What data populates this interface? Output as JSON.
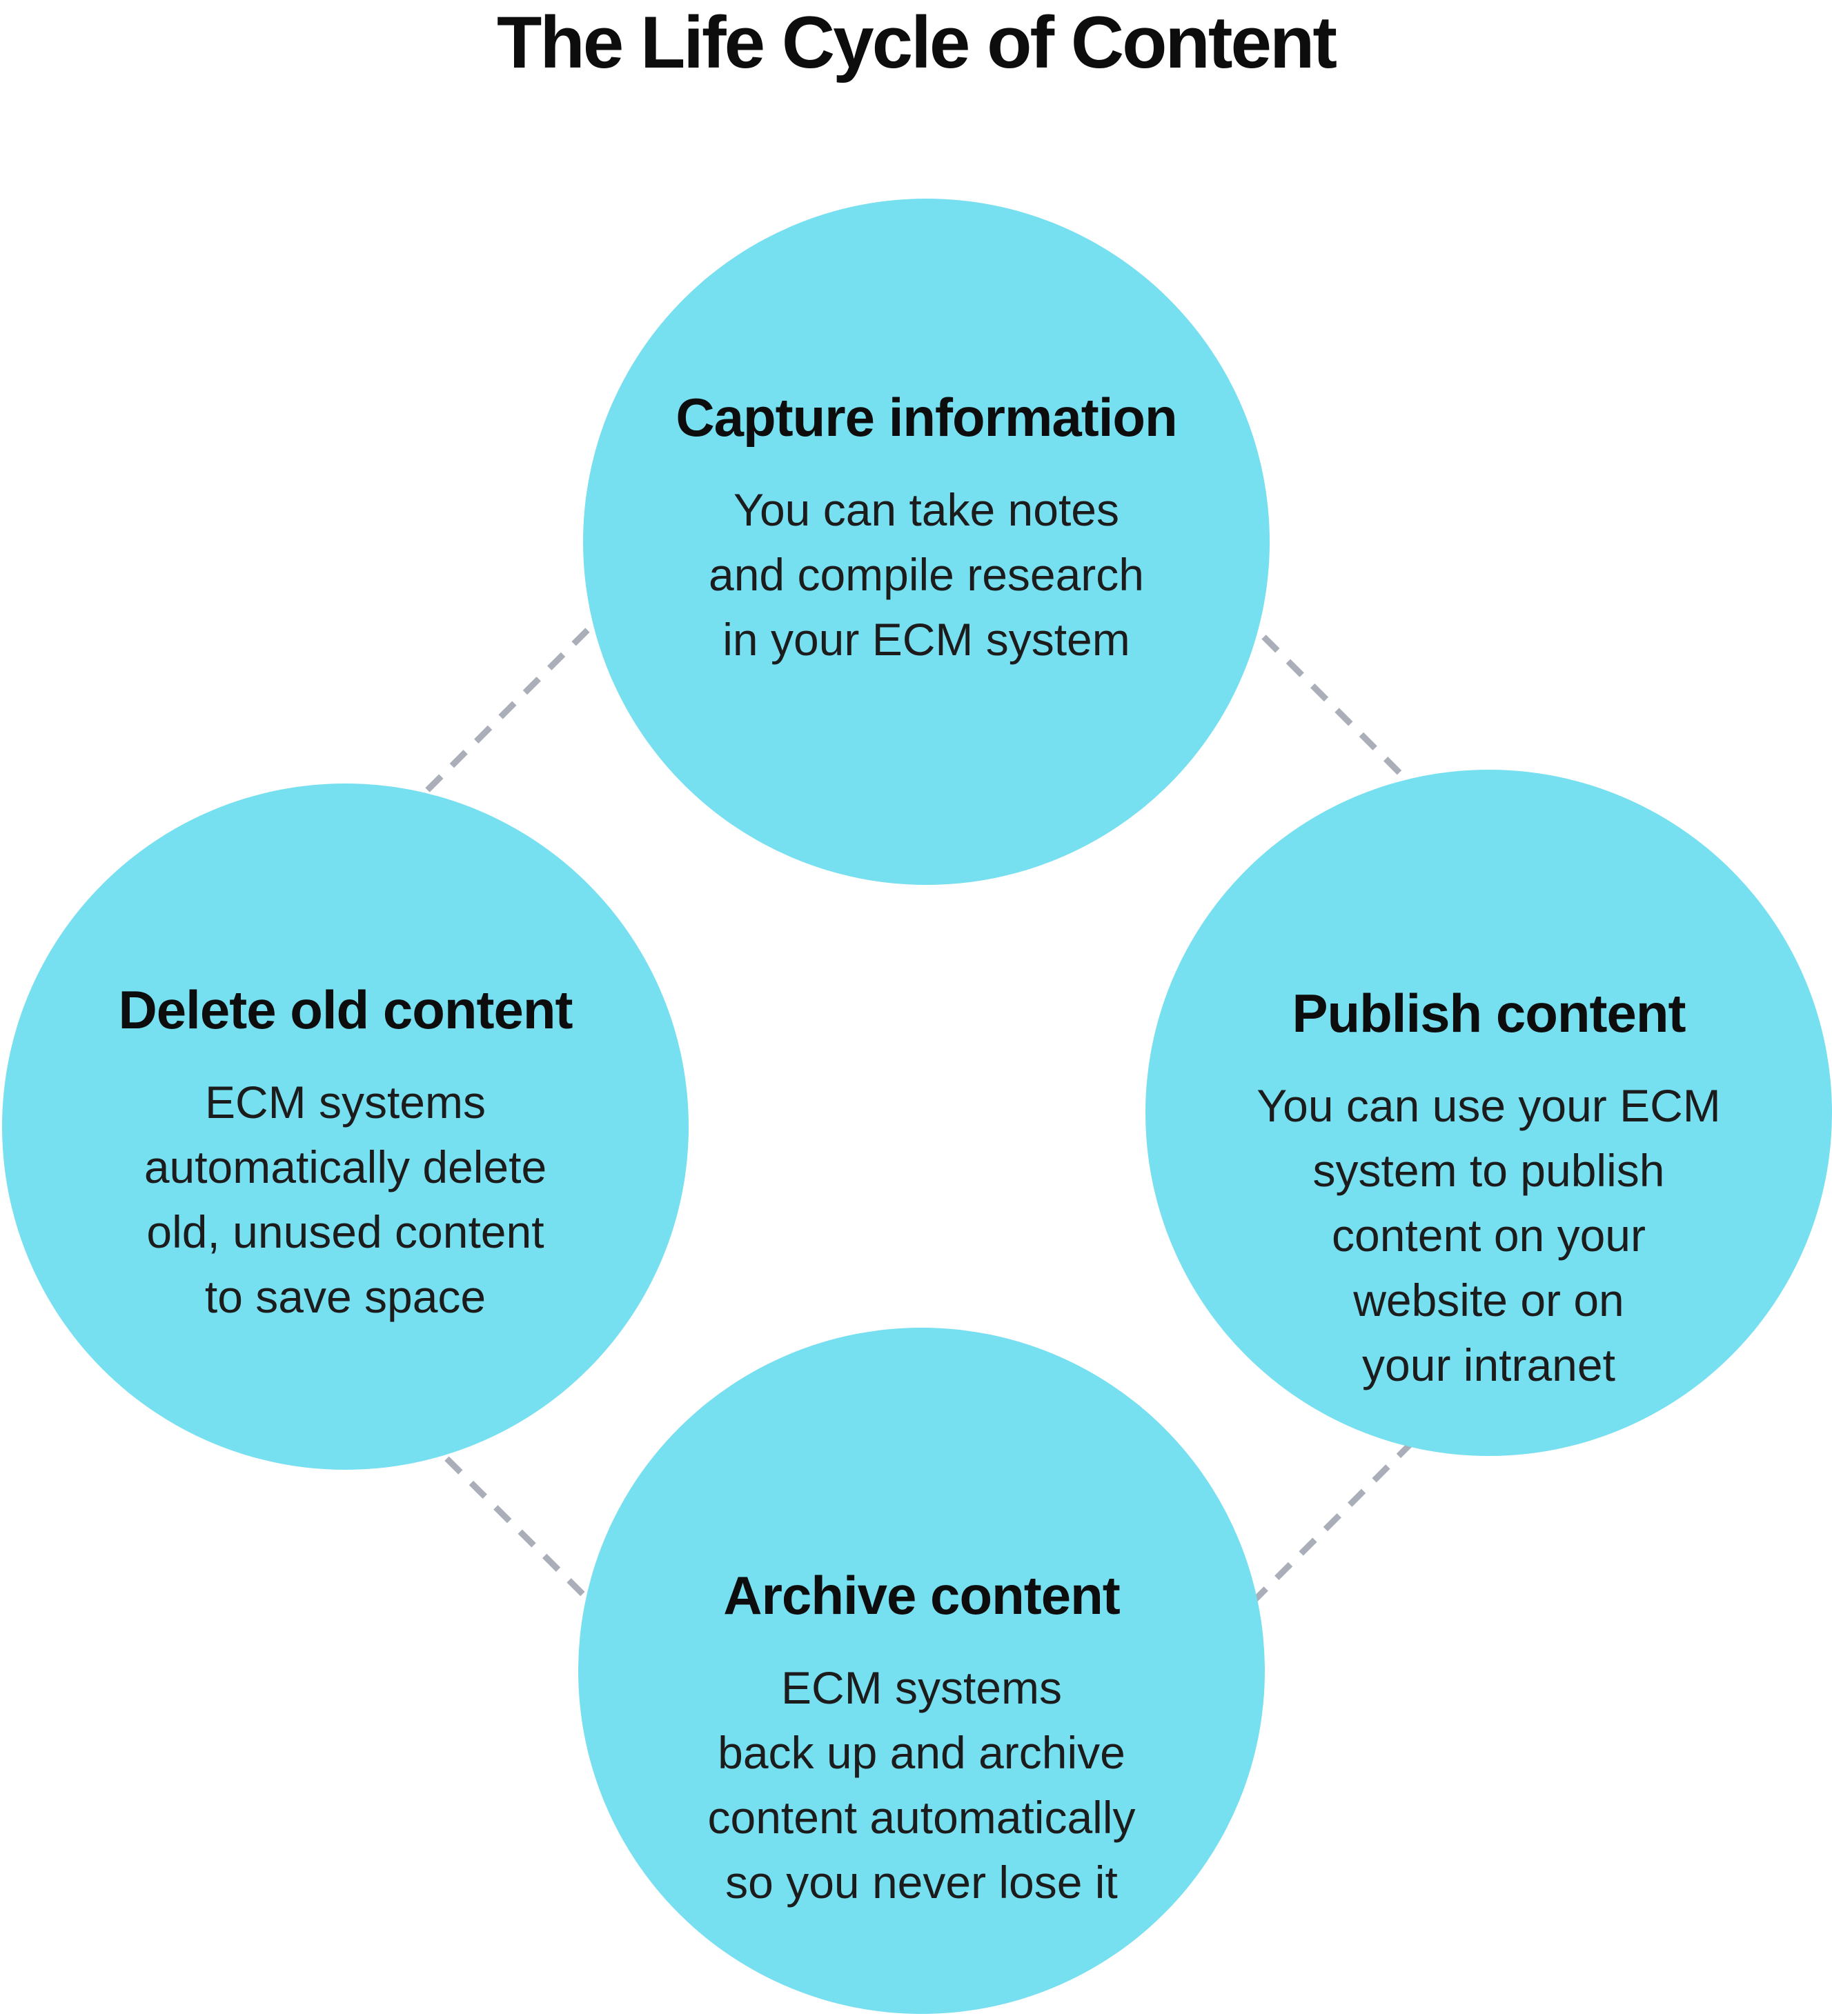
{
  "title": "The Life Cycle of Content",
  "colors": {
    "background": "#ffffff",
    "circle_fill": "#76dff0",
    "connector_dash": "#a9aeb9",
    "heading_text": "#0d0d0d",
    "body_text": "#1c1c1c"
  },
  "cycle": {
    "nodes": [
      {
        "position": "top",
        "heading": "Capture information",
        "lines": [
          "You can take notes",
          "and compile research",
          "in your ECM system"
        ]
      },
      {
        "position": "right",
        "heading": "Publish content",
        "lines": [
          "You can use your ECM",
          "system to publish",
          "content on your",
          "website or on",
          "your intranet"
        ]
      },
      {
        "position": "bottom",
        "heading": "Archive content",
        "lines": [
          "ECM systems",
          "back up and archive",
          "content automatically",
          "so you never lose it"
        ]
      },
      {
        "position": "left",
        "heading": "Delete old content",
        "lines": [
          "ECM systems",
          "automatically delete",
          "old, unused content",
          "to save space"
        ]
      }
    ]
  }
}
